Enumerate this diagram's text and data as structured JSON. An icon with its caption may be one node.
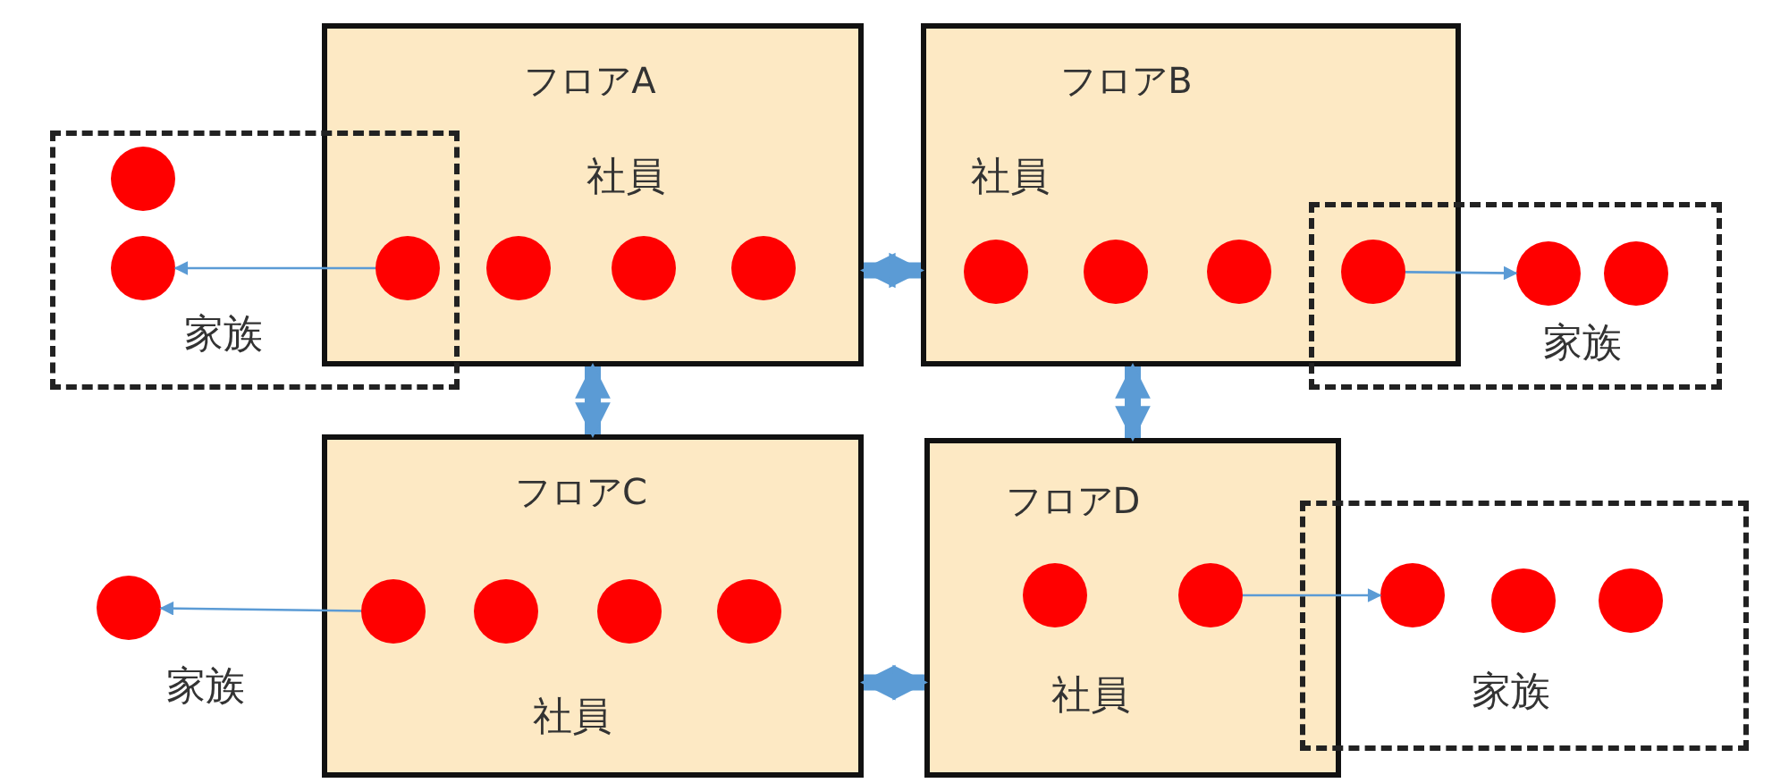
{
  "diagram": {
    "nodes": [
      {
        "text": [
          "フロアA",
          "社員"
        ]
      },
      {
        "text": [
          "家族"
        ]
      },
      {
        "text": [],
        "shape": "circle"
      },
      {
        "text": [],
        "shape": "circle",
        "in": 0
      },
      {
        "text": [],
        "shape": "circle",
        "in": 0
      },
      {
        "text": [],
        "shape": "circle",
        "in": 0
      },
      {
        "text": [],
        "shape": "circle",
        "in": 1
      },
      {
        "text": [],
        "shape": "circle",
        "in": 1
      },
      {
        "text": [
          "フロアB",
          "社員"
        ]
      },
      {
        "text": [],
        "shape": "circle",
        "in": 8
      },
      {
        "text": [],
        "shape": "circle",
        "in": 8
      },
      {
        "text": [],
        "shape": "circle",
        "in": 8
      },
      {
        "text": [],
        "shape": "circle"
      },
      {
        "text": [
          "家族"
        ]
      },
      {
        "text": [],
        "shape": "circle",
        "in": 13
      },
      {
        "text": [],
        "shape": "circle",
        "in": 13
      },
      {
        "text": [
          "フロアC",
          "社員"
        ]
      },
      {
        "text": [],
        "shape": "circle",
        "in": 16
      },
      {
        "text": [],
        "shape": "circle",
        "in": 16
      },
      {
        "text": [],
        "shape": "circle",
        "in": 16
      },
      {
        "text": [],
        "shape": "circle",
        "in": 16
      },
      {
        "text": [],
        "shape": "circle"
      },
      {
        "text": [
          "フロアD",
          "社員"
        ]
      },
      {
        "text": [],
        "shape": "circle",
        "in": 22
      },
      {
        "text": [],
        "shape": "circle",
        "in": 22
      },
      {
        "text": [
          "家族"
        ]
      },
      {
        "text": [],
        "shape": "circle",
        "in": 25
      },
      {
        "text": [],
        "shape": "circle",
        "in": 25
      },
      {
        "text": [],
        "shape": "circle",
        "in": 25
      }
    ],
    "edges": [
      {
        "from": 0,
        "to": 8,
        "arrow": "both",
        "style": "thick"
      },
      {
        "from": 0,
        "to": 16,
        "arrow": "both",
        "style": "thick"
      },
      {
        "from": 8,
        "to": 22,
        "arrow": "both",
        "style": "thick"
      },
      {
        "from": 16,
        "to": 22,
        "arrow": "both",
        "style": "thick"
      },
      {
        "from": 2,
        "to": 7,
        "arrow": "to"
      },
      {
        "from": 12,
        "to": 14,
        "arrow": "to"
      },
      {
        "from": 17,
        "to": 21,
        "arrow": "to"
      },
      {
        "from": 24,
        "to": 26,
        "arrow": "to"
      }
    ],
    "labels": [
      "家族"
    ]
  }
}
